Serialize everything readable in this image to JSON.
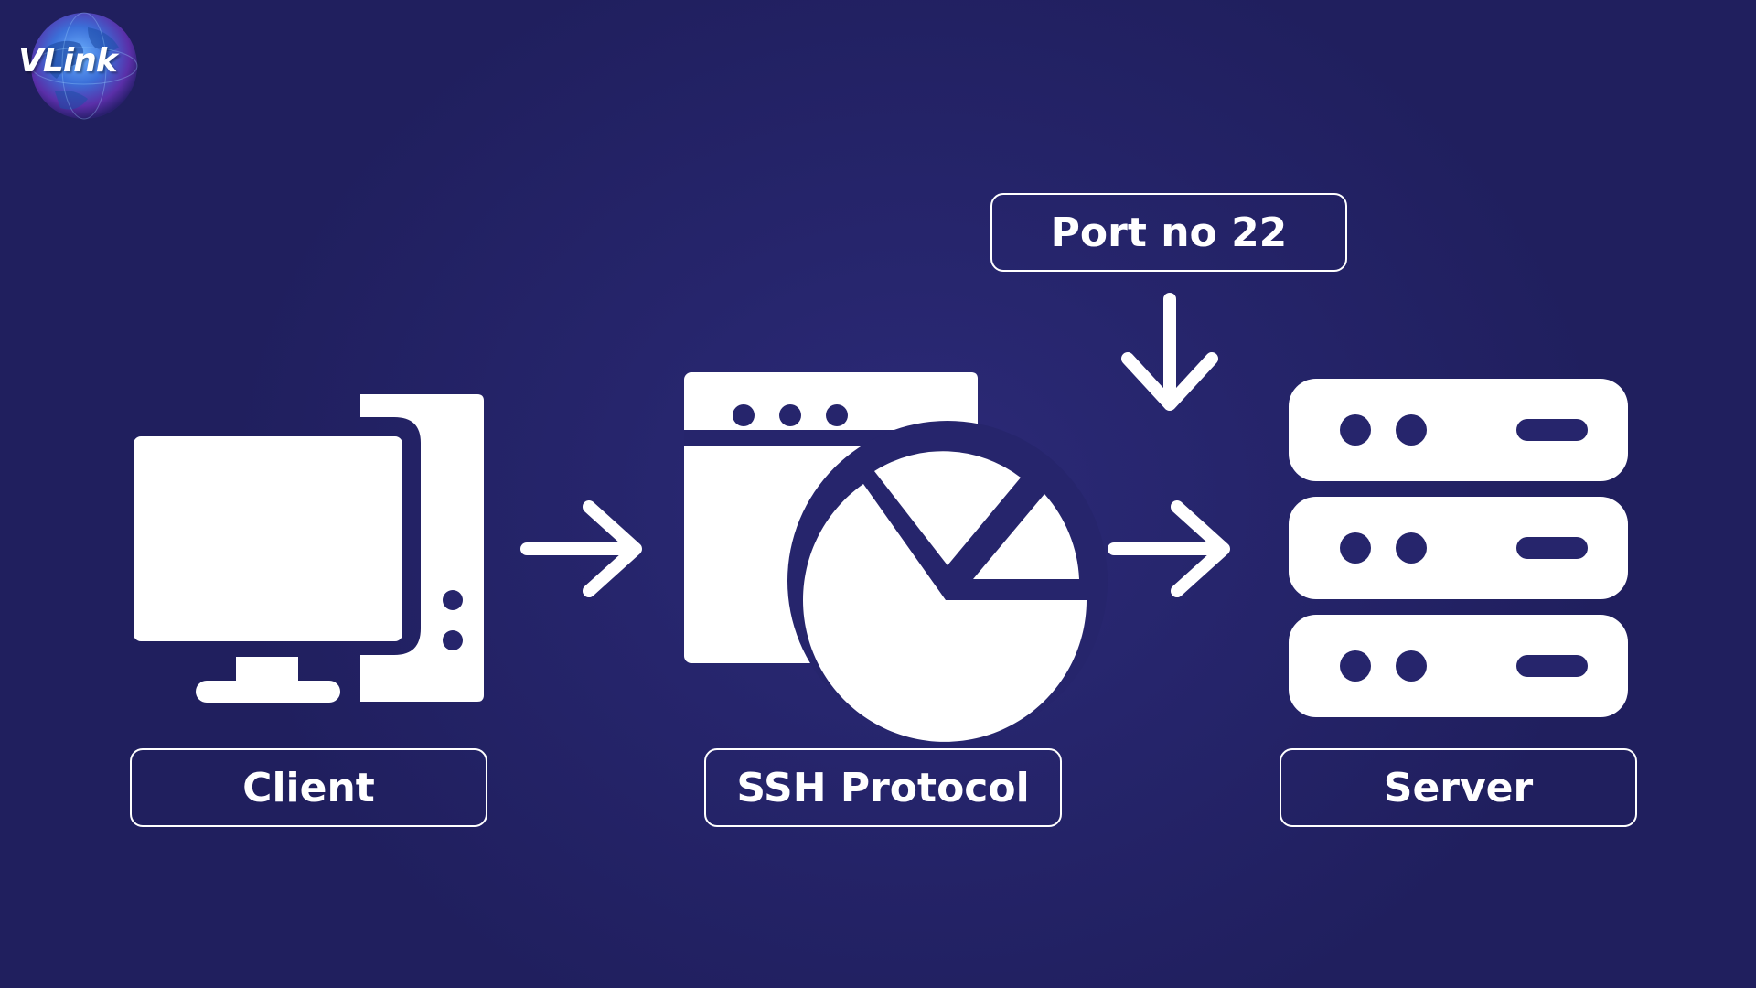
{
  "logo": {
    "text": "VLink",
    "icon": "globe-icon"
  },
  "nodes": {
    "client": {
      "label": "Client",
      "icon": "desktop-computer-icon"
    },
    "protocol": {
      "label": "SSH Protocol",
      "icon": "browser-window-pie-chart-icon"
    },
    "server": {
      "label": "Server",
      "icon": "server-stack-icon"
    }
  },
  "port": {
    "label": "Port no 22"
  },
  "colors": {
    "background": "#26256c",
    "foreground": "#ffffff",
    "logo_globe": "#3b7fe0"
  }
}
